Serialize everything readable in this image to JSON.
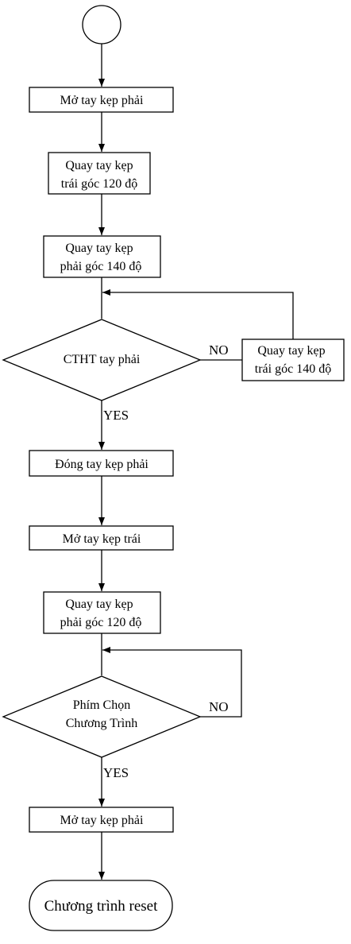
{
  "nodes": {
    "start": {
      "shape": "circle"
    },
    "step1": {
      "lines": [
        "Mở tay kẹp phải"
      ]
    },
    "step2": {
      "lines": [
        "Quay tay kẹp",
        "trái góc 120 độ"
      ]
    },
    "step3": {
      "lines": [
        "Quay tay kẹp",
        "phải góc 140 độ"
      ]
    },
    "decision1": {
      "lines": [
        "CTHT tay phải"
      ]
    },
    "side1": {
      "lines": [
        "Quay tay kẹp",
        "trái góc 140 độ"
      ]
    },
    "step4": {
      "lines": [
        "Đóng tay kẹp phải"
      ]
    },
    "step5": {
      "lines": [
        "Mở tay kẹp trái"
      ]
    },
    "step6": {
      "lines": [
        "Quay tay kẹp",
        "phải góc 120 độ"
      ]
    },
    "decision2": {
      "lines": [
        "Phím Chọn",
        "Chương Trình"
      ]
    },
    "step7": {
      "lines": [
        "Mở tay kẹp phải"
      ]
    },
    "end": {
      "lines": [
        "Chương trình reset"
      ]
    }
  },
  "labels": {
    "no1": "NO",
    "yes1": "YES",
    "no2": "NO",
    "yes2": "YES"
  },
  "colors": {
    "stroke": "#000000",
    "fill": "#ffffff",
    "text": "#000000"
  }
}
